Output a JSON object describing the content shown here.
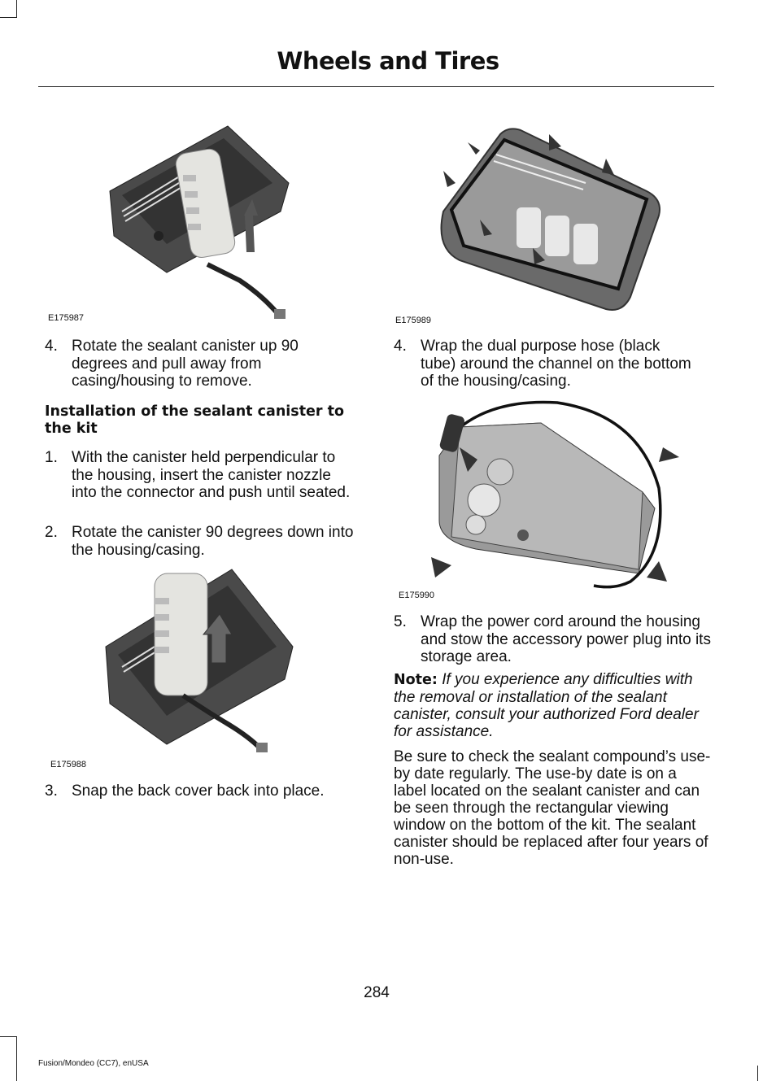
{
  "header": {
    "title": "Wheels and Tires"
  },
  "figures": [
    {
      "id": "E175987"
    },
    {
      "id": "E175989"
    },
    {
      "id": "E175988"
    },
    {
      "id": "E175990"
    }
  ],
  "left": {
    "step_remove": {
      "num": "4.",
      "text": "Rotate the sealant canister up 90 degrees and pull away from casing/housing to remove."
    },
    "install_heading": "Installation of the sealant canister to the kit",
    "install_steps": [
      {
        "num": "1.",
        "text": "With the canister held perpendicular to the housing, insert the canister nozzle into the connector and push until seated."
      },
      {
        "num": "2.",
        "text": "Rotate the canister 90 degrees down into the housing/casing."
      }
    ],
    "step_cover": {
      "num": "3.",
      "text": "Snap the back cover back into place."
    }
  },
  "right": {
    "step_hose": {
      "num": "4.",
      "text": "Wrap the dual purpose hose (black tube) around the channel on the bottom of the housing/casing."
    },
    "step_cord": {
      "num": "5.",
      "text": "Wrap the power cord around the housing and stow the accessory power plug into its storage area."
    },
    "note_label": "Note:",
    "note_text": "If you experience any difficulties with the removal or installation of the sealant canister, consult your authorized Ford dealer for assistance.",
    "body": "Be sure to check the sealant compound’s use-by date regularly. The use-by date is on a label located on the sealant canister and can be seen through the rectangular viewing window on the bottom of the kit. The sealant canister should be replaced after four years of non-use."
  },
  "page_number": "284",
  "footer": "Fusion/Mondeo (CC7), enUSA"
}
